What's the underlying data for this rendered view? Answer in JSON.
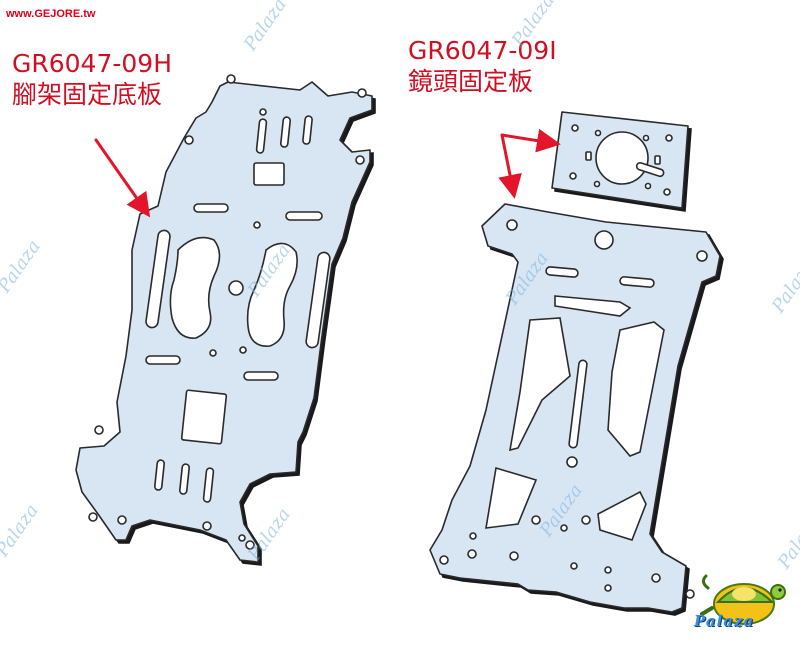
{
  "site": {
    "url": "www.GEJORE.tw"
  },
  "parts": [
    {
      "code": "GR6047-09H",
      "name": "腳架固定底板"
    },
    {
      "code": "GR6047-09I",
      "name": "鏡頭固定板"
    }
  ],
  "watermark": {
    "text": "Palaza"
  },
  "logo": {
    "text": "Palaza"
  },
  "colors": {
    "plate_fill": "#d8e6f4",
    "plate_stroke": "#2a2a2a",
    "plate_shadow": "#1a1a1a",
    "arrow": "#e3152b",
    "label_text": "#d20f22",
    "site_text": "#e0001a",
    "watermark": "#7db4e0"
  }
}
